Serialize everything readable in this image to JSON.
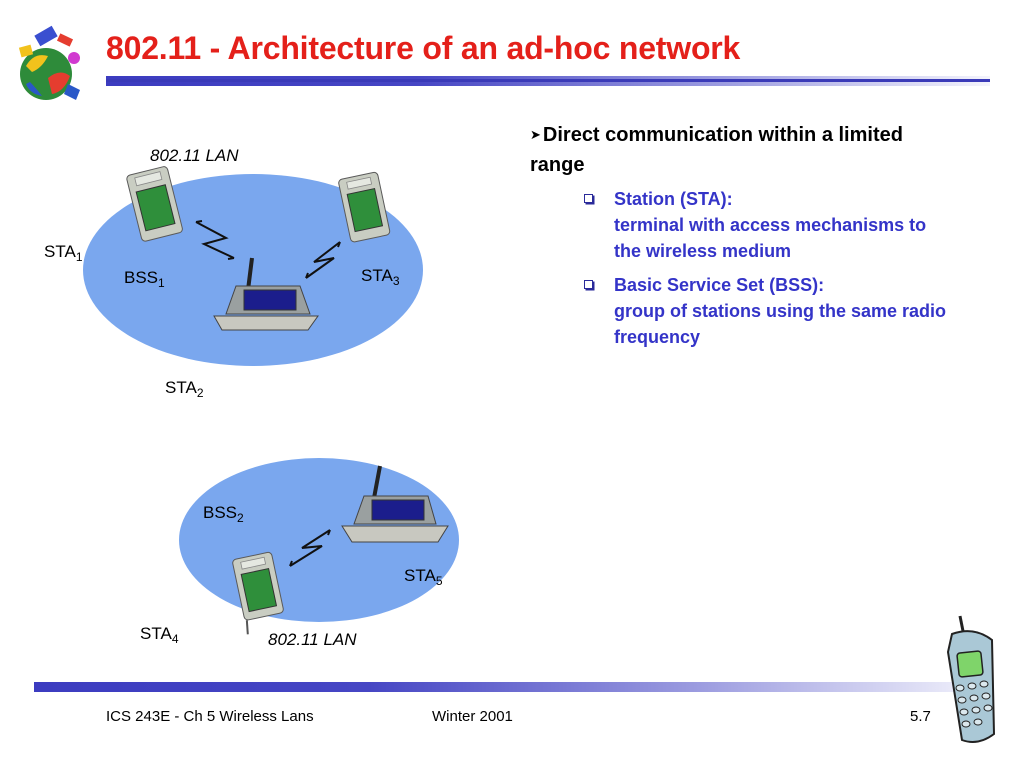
{
  "slide": {
    "title": "802.11 - Architecture of an ad-hoc network",
    "accent_color": "#e4201a",
    "bar_color": "#3c3cc0"
  },
  "diagram_top": {
    "lan_label": "802.11 LAN",
    "stations": [
      {
        "base": "STA",
        "sub": "1"
      },
      {
        "base": "STA",
        "sub": "2"
      },
      {
        "base": "STA",
        "sub": "3"
      }
    ],
    "bss": {
      "base": "BSS",
      "sub": "1"
    },
    "ellipse_color": "#7aa7ee"
  },
  "diagram_bottom": {
    "lan_label": "802.11 LAN",
    "stations": [
      {
        "base": "STA",
        "sub": "4"
      },
      {
        "base": "STA",
        "sub": "5"
      }
    ],
    "bss": {
      "base": "BSS",
      "sub": "2"
    }
  },
  "content": {
    "main_bullet": "Direct communication within a limited range",
    "sub_bullets": [
      {
        "head": "Station (STA):",
        "body": "terminal with access mechanisms to the wireless medium"
      },
      {
        "head": "Basic Service Set (BSS):",
        "body": "group of stations using the same radio frequency"
      }
    ]
  },
  "footer": {
    "course": "ICS 243E - Ch 5 Wireless Lans",
    "term": "Winter 2001",
    "page": "5.7"
  },
  "icons": [
    "globe-logo-icon",
    "pda-icon",
    "laptop-icon",
    "radio-link-icon",
    "mobile-phone-icon"
  ]
}
